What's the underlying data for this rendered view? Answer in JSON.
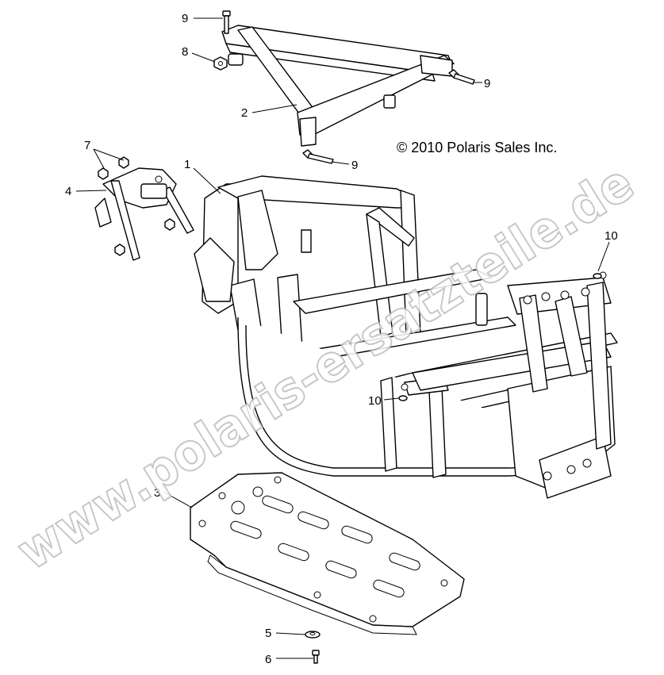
{
  "copyright": "© 2010 Polaris Sales Inc.",
  "watermark": "www.polaris-ersatzteile.de",
  "callouts": [
    {
      "id": "c9a",
      "label": "9"
    },
    {
      "id": "c8",
      "label": "8"
    },
    {
      "id": "c9b",
      "label": "9"
    },
    {
      "id": "c2",
      "label": "2"
    },
    {
      "id": "c9c",
      "label": "9"
    },
    {
      "id": "c7",
      "label": "7"
    },
    {
      "id": "c1",
      "label": "1"
    },
    {
      "id": "c4",
      "label": "4"
    },
    {
      "id": "c10a",
      "label": "10"
    },
    {
      "id": "c10b",
      "label": "10"
    },
    {
      "id": "c3",
      "label": "3"
    },
    {
      "id": "c5",
      "label": "5"
    },
    {
      "id": "c6",
      "label": "6"
    }
  ]
}
